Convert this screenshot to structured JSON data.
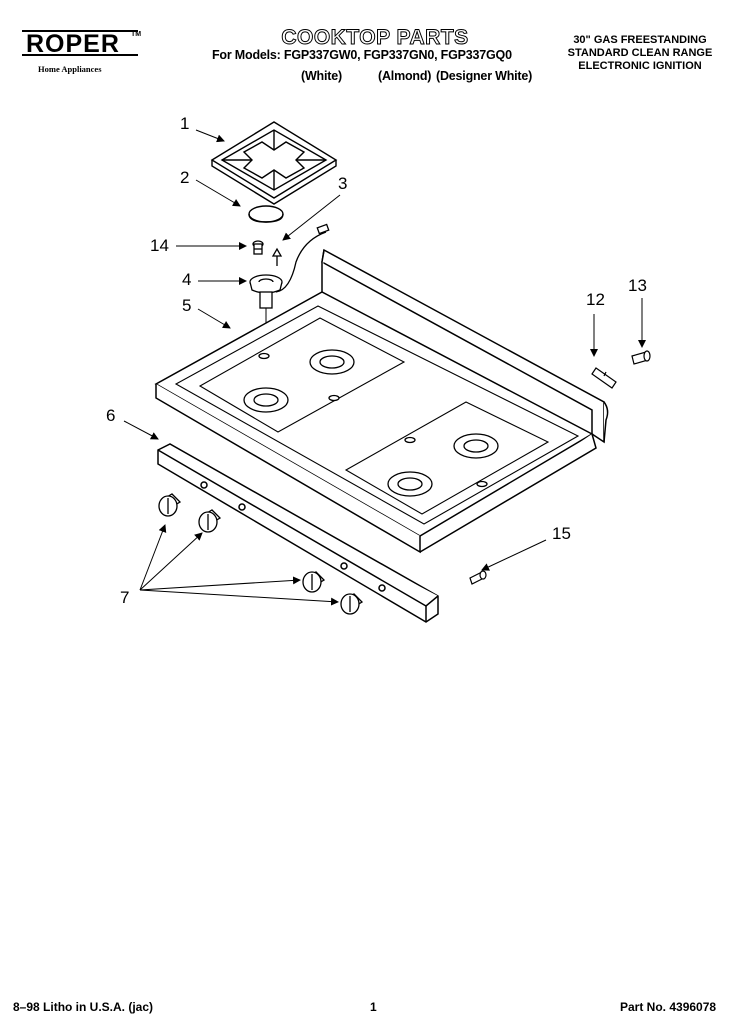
{
  "brand": {
    "logo_text": "ROPER",
    "trademark": "TM",
    "tagline": "Home Appliances"
  },
  "header": {
    "title": "COOKTOP PARTS",
    "models_line": "For Models: FGP337GW0, FGP337GN0, FGP337GQ0",
    "color_white": "(White)",
    "color_almond": "(Almond)",
    "color_designer": "(Designer White)"
  },
  "description": {
    "line1": "30\" GAS FREESTANDING",
    "line2": "STANDARD CLEAN RANGE",
    "line3": "ELECTRONIC IGNITION"
  },
  "callouts": {
    "c1": "1",
    "c2": "2",
    "c3": "3",
    "c4": "4",
    "c5": "5",
    "c6": "6",
    "c7": "7",
    "c12": "12",
    "c13": "13",
    "c14": "14",
    "c15": "15"
  },
  "footer": {
    "litho": "8–98 Litho in U.S.A. (jac)",
    "page": "1",
    "part_no": "Part No. 4396078"
  }
}
